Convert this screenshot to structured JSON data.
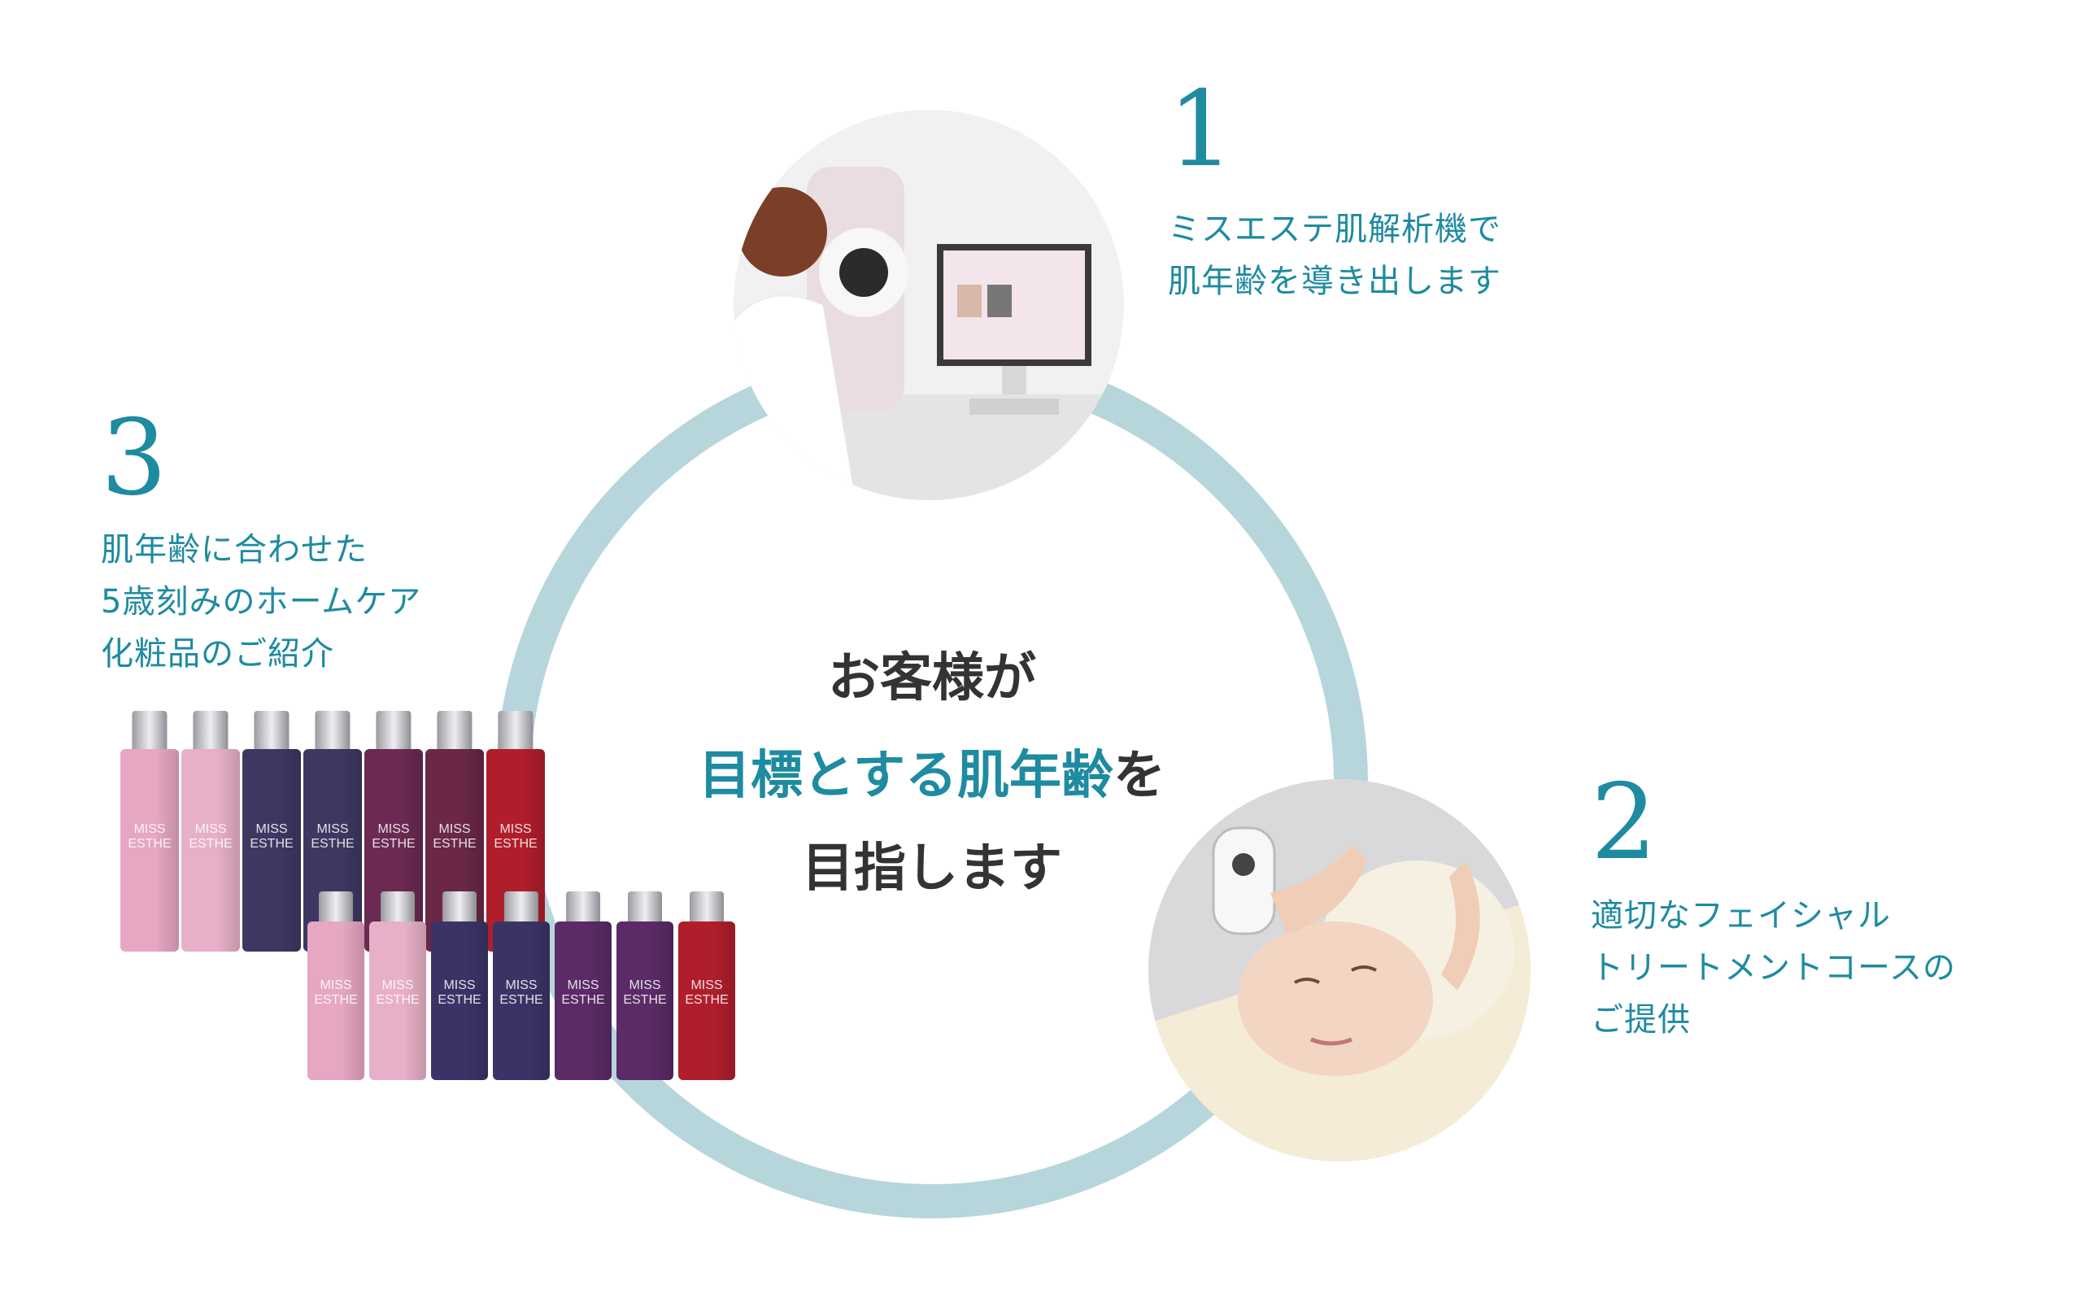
{
  "colors": {
    "accent": "#1e8ba0",
    "ring": "#b6d6dc",
    "text": "#333333"
  },
  "center": {
    "line1": "お客様が",
    "line2_highlight": "目標とする肌年齢",
    "line2_suffix": "を",
    "line3": "目指します"
  },
  "steps": [
    {
      "number": "1",
      "text": "ミスエステ肌解析機で\n肌年齢を導き出します"
    },
    {
      "number": "2",
      "text": "適切なフェイシャル\nトリートメントコースの\nご提供"
    },
    {
      "number": "3",
      "text": "肌年齢に合わせた\n5歳刻みのホームケア\n化粧品のご紹介"
    }
  ],
  "product_brand": "MISS ESTHE",
  "bottle_colors_large": [
    "#e6a7c2",
    "#e8b0c8",
    "#3f3761",
    "#3f3761",
    "#6b2a52",
    "#6a2748",
    "#b01e2c"
  ],
  "bottle_colors_small": [
    "#e6a7c2",
    "#e8b0c8",
    "#3a3466",
    "#3a3466",
    "#5a2b66",
    "#5a2b66",
    "#b01e2c"
  ]
}
